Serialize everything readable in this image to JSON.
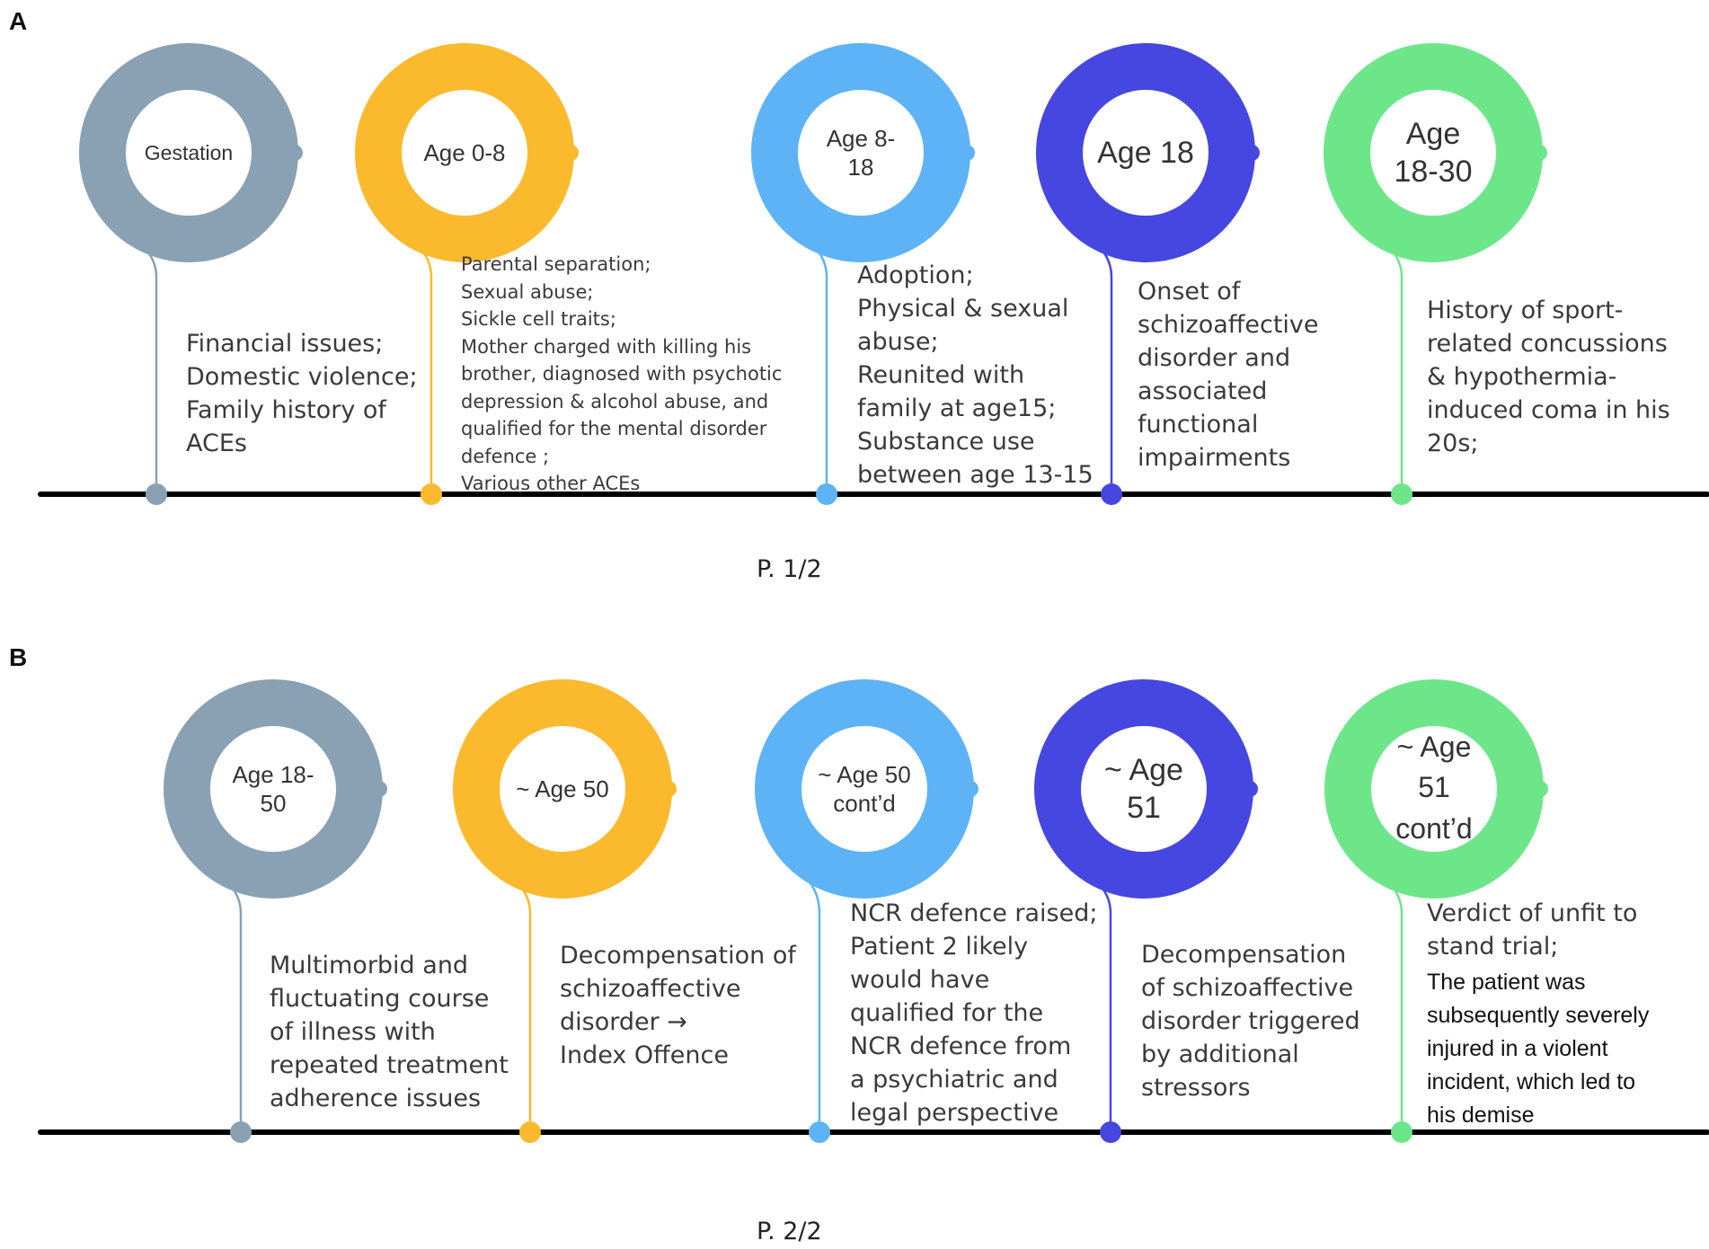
{
  "panels": [
    {
      "label": "A",
      "page": "P. 1/2",
      "events": [
        {
          "circle": "Gestation",
          "description": "Financial issues;\nDomestic violence;\nFamily history of\nACEs",
          "color": "#8aa1b3"
        },
        {
          "circle": "Age 0-8",
          "description": "Parental separation;\nSexual abuse;\nSickle cell traits;\nMother charged with killing his\nbrother, diagnosed with psychotic\ndepression & alcohol abuse, and\nqualified for the mental disorder\ndefence ;\nVarious other ACEs",
          "color": "#fbb92d"
        },
        {
          "circle": "Age 8-\n18",
          "description": "Adoption;\nPhysical & sexual\nabuse;\nReunited with\nfamily at age15;\nSubstance use\nbetween age 13-15",
          "color": "#5db3f6"
        },
        {
          "circle": "Age 18",
          "description": "Onset of\nschizoaffective\ndisorder and\nassociated\nfunctional\nimpairments",
          "color": "#4646e0"
        },
        {
          "circle": "Age\n18-30",
          "description": "History of sport-\nrelated concussions\n& hypothermia-\ninduced coma in his\n20s;",
          "color": "#6de68a"
        }
      ]
    },
    {
      "label": "B",
      "page": "P. 2/2",
      "events": [
        {
          "circle": "Age 18-\n50",
          "description": "Multimorbid and\nfluctuating course\nof illness with\nrepeated treatment\nadherence issues",
          "color": "#8aa1b3"
        },
        {
          "circle": "~ Age 50",
          "description": "Decompensation of\nschizoaffective\ndisorder →\nIndex Offence",
          "color": "#fbb92d"
        },
        {
          "circle": "~ Age 50\ncont’d",
          "description": "NCR defence raised;\nPatient 2 likely\nwould have\nqualified for the\nNCR defence from\na psychiatric and\nlegal perspective",
          "color": "#5db3f6"
        },
        {
          "circle": "~ Age\n51",
          "description": "Decompensation\nof schizoaffective\ndisorder triggered\nby additional\nstressors",
          "color": "#4646e0"
        },
        {
          "circle": "~ Age\n51\ncont’d",
          "description": "Verdict of unfit to\nstand trial;",
          "description_extra": "The patient was\nsubsequently  severely\ninjured in a violent\nincident, which led to\nhis demise",
          "color": "#6de68a"
        }
      ]
    }
  ]
}
